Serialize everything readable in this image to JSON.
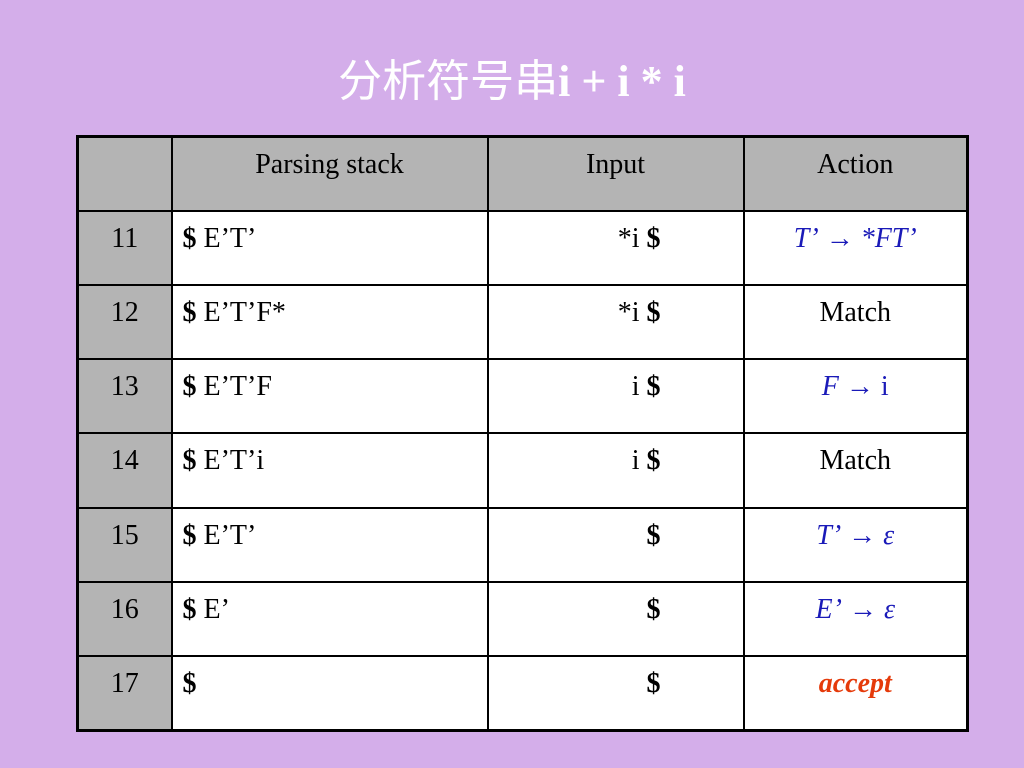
{
  "title": {
    "chinese": "分析符号串",
    "expr": "i + i * i"
  },
  "table": {
    "headers": [
      "",
      "Parsing stack",
      "Input",
      "Action"
    ],
    "rows": [
      {
        "num": "11",
        "stack_dollar": "$",
        "stack_rest": " E’T’",
        "input_pre": "*i ",
        "input_dollar": "$"
      },
      {
        "num": "12",
        "stack_dollar": "$",
        "stack_rest": " E’T’F*",
        "input_pre": "*i ",
        "input_dollar": "$"
      },
      {
        "num": "13",
        "stack_dollar": "$",
        "stack_rest": " E’T’F",
        "input_pre": "i ",
        "input_dollar": "$"
      },
      {
        "num": "14",
        "stack_dollar": "$",
        "stack_rest": " E’T’i",
        "input_pre": "i ",
        "input_dollar": "$"
      },
      {
        "num": "15",
        "stack_dollar": "$",
        "stack_rest": " E’T’",
        "input_pre": "",
        "input_dollar": "$"
      },
      {
        "num": "16",
        "stack_dollar": "$",
        "stack_rest": " E’",
        "input_pre": "",
        "input_dollar": "$"
      },
      {
        "num": "17",
        "stack_dollar": "$",
        "stack_rest": "",
        "input_pre": "",
        "input_dollar": "$"
      }
    ],
    "actions": {
      "r11": {
        "lhs": "T’",
        "arrow": " → ",
        "rhs": "*FT’"
      },
      "r12": "Match",
      "r13": {
        "lhs": "F",
        "arrow": " → ",
        "rhs": "i"
      },
      "r14": "Match",
      "r15": {
        "lhs": "T’",
        "arrow": " → ",
        "rhs": "ε"
      },
      "r16": {
        "lhs": "E’",
        "arrow": " → ",
        "rhs": "ε"
      },
      "r17": "accept"
    }
  },
  "colors": {
    "background": "#d4aeea",
    "header_gray": "#b4b4b4",
    "rule_blue": "#1a1ab8",
    "accept_red": "#e53a0a"
  }
}
